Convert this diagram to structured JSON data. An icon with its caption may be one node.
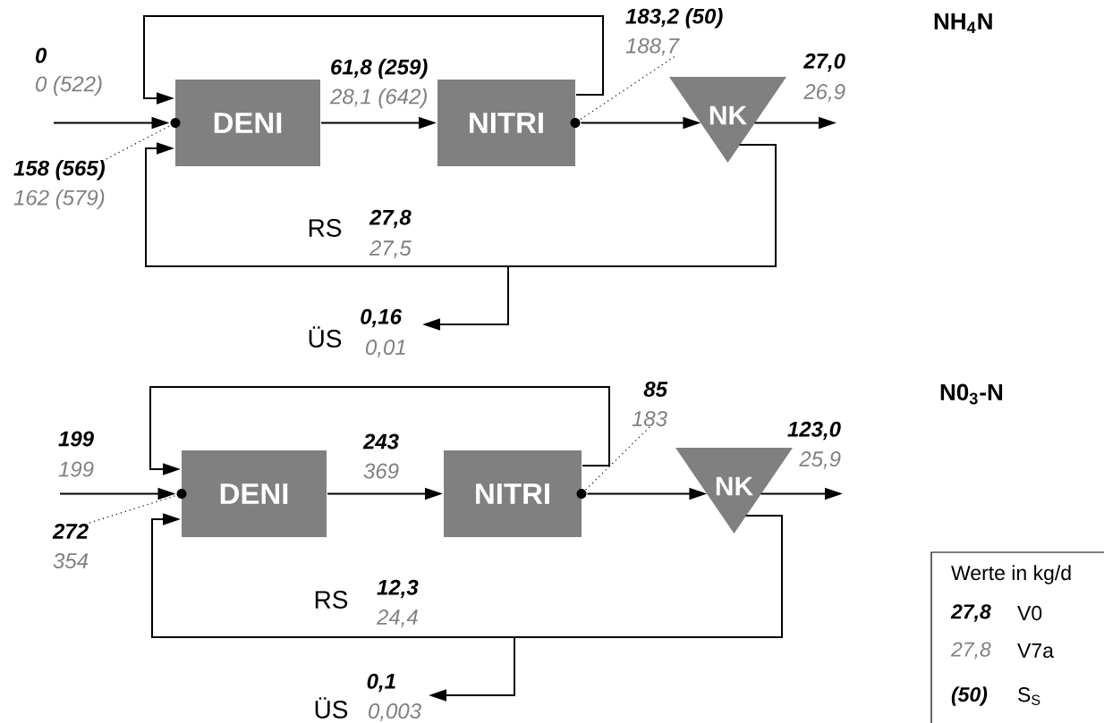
{
  "diagram": {
    "nodes": [
      {
        "text": [
          "DENI"
        ]
      },
      {
        "text": [
          "NITRI"
        ]
      },
      {
        "text": [
          "NK"
        ]
      },
      {
        "text": [],
        "shape": "circle"
      },
      {
        "text": [],
        "shape": "circle"
      },
      {
        "text": [
          "158 (565)",
          "162 (579)"
        ]
      },
      {
        "text": [
          "183,2 (50)",
          "188,7"
        ]
      },
      {
        "text": [
          "DENI"
        ]
      },
      {
        "text": [
          "NITRI"
        ]
      },
      {
        "text": [
          "NK"
        ]
      },
      {
        "text": [],
        "shape": "circle"
      },
      {
        "text": [],
        "shape": "circle"
      },
      {
        "text": [
          "272",
          "354"
        ]
      },
      {
        "text": [
          "85",
          "183"
        ]
      }
    ],
    "edges": [
      {
        "from": null,
        "to": 3,
        "arrow": "to"
      },
      {
        "from": 0,
        "to": 1,
        "arrow": "to"
      },
      {
        "from": 1,
        "to": 0,
        "arrow": "to"
      },
      {
        "from": 4,
        "to": 2,
        "arrow": "to"
      },
      {
        "from": 2,
        "to": null,
        "arrow": "to"
      },
      {
        "from": 2,
        "to": 0,
        "arrow": "to"
      },
      {
        "from": 2,
        "to": null,
        "arrow": "to"
      },
      {
        "from": 5,
        "to": 3,
        "arrow": "none",
        "style": "dashed"
      },
      {
        "from": 6,
        "to": 4,
        "arrow": "none",
        "style": "dashed"
      },
      {
        "from": null,
        "to": 10,
        "arrow": "to"
      },
      {
        "from": 7,
        "to": 8,
        "arrow": "to"
      },
      {
        "from": 8,
        "to": 7,
        "arrow": "to"
      },
      {
        "from": 11,
        "to": 9,
        "arrow": "to"
      },
      {
        "from": 9,
        "to": null,
        "arrow": "to"
      },
      {
        "from": 9,
        "to": 7,
        "arrow": "to"
      },
      {
        "from": 9,
        "to": null,
        "arrow": "to"
      },
      {
        "from": 12,
        "to": 10,
        "arrow": "none",
        "style": "dashed"
      },
      {
        "from": 13,
        "to": 11,
        "arrow": "none",
        "style": "dashed"
      }
    ],
    "labels": [
      "0",
      "0 (522)",
      "61,8 (259)",
      "28,1 (642)",
      "27,0",
      "26,9",
      "RS",
      "27,8",
      "27,5",
      "ÜS",
      "0,16",
      "0,01",
      "NH$_{4}$N",
      "199",
      "199",
      "243",
      "369",
      "123,0",
      "25,9",
      "RS",
      "12,3",
      "24,4",
      "ÜS",
      "0,1",
      "0,003",
      "N0$_{3}$-N",
      "Werte in kg/d",
      "27,8",
      "V0",
      "27,8",
      "V7a",
      "(50)",
      "S$_{S}$"
    ]
  }
}
